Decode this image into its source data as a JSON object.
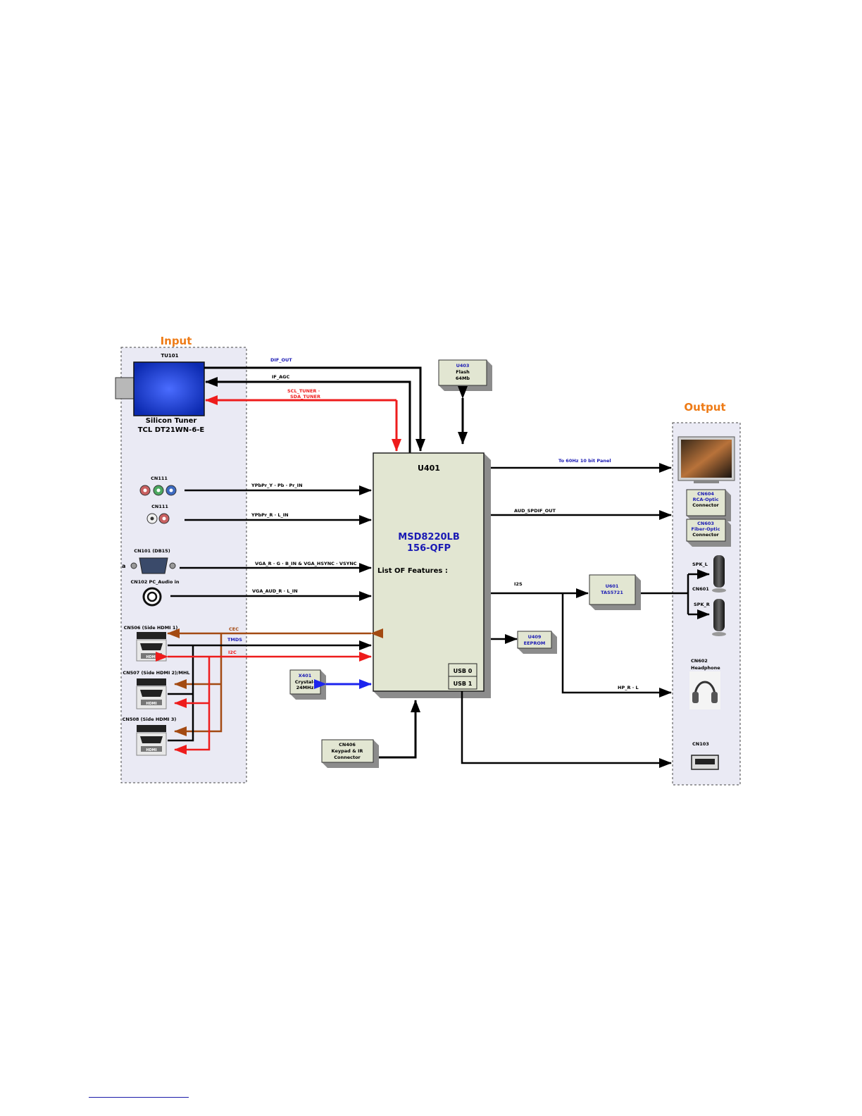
{
  "colors": {
    "panel_fill": "#eaeaf4",
    "chip_fill": "#e2e6d2",
    "chip_shadow": "#8c8c8c",
    "section_title": "#ee7b16",
    "blue_label": "#1a1ab4",
    "red_signal": "#ee1c1c",
    "brown_signal": "#a34a12",
    "blue_signal": "#1c24ee",
    "black_signal": "#000000"
  },
  "input_panel": {
    "title": "Input"
  },
  "output_panel": {
    "title": "Output"
  },
  "tuner": {
    "ref": "TU101",
    "name": "Silicon Tuner",
    "model": "TCL DT21WN-6-E"
  },
  "inputs": {
    "cn111_a": {
      "label": "CN111",
      "signal": "YPbPr_Y · Pb · Pr_IN"
    },
    "cn111_b": {
      "label": "CN111",
      "signal": "YPbPr_R · L_IN"
    },
    "cn101": {
      "label": "CN101 (DB15)",
      "prefix": "a",
      "signal": "VGA_R · G · B_IN & VGA_HSYNC · VSYNC"
    },
    "cn102": {
      "label": "CN102  PC_Audio in",
      "signal": "VGA_AUD_R · L_IN"
    },
    "cn506": {
      "label": "CN506 (Side HDMI 1)",
      "logo": "HDMI"
    },
    "cn507": {
      "label": "CN507 (Side HDMI 2)/MHL",
      "logo": "HDMI"
    },
    "cn508": {
      "label": "CN508 (Side HDMI 3)",
      "logo": "HDMI"
    }
  },
  "hdmi_signals": {
    "cec": "CEC",
    "tmds": "TMDS",
    "i2c": "I2C"
  },
  "tuner_signals": {
    "dif_out": "DIF_OUT",
    "if_agc": "IF_AGC",
    "scl": "SCL_TUNER ·",
    "sda": "SDA_TUNER"
  },
  "main_chip": {
    "ref": "U401",
    "name": "MSD8220LB",
    "package": "156-QFP",
    "features_label": "List OF Features :",
    "usb0": "USB 0",
    "usb1": "USB 1"
  },
  "flash": {
    "ref": "U403",
    "desc": "Flash",
    "size": "64Mb"
  },
  "crystal": {
    "ref": "X401",
    "desc": "Crystal-",
    "freq": "24MHz"
  },
  "keypad": {
    "ref": "CN406",
    "desc": "Keypad & IR",
    "desc2": "Connector"
  },
  "eeprom": {
    "ref": "U409",
    "desc": "EEPROM"
  },
  "amp": {
    "ref": "U601",
    "desc": "TAS5721"
  },
  "output_signals": {
    "panel": "To 60Hz 10 bit Panel",
    "spdif": "AUD_SPDIF_OUT",
    "i2s": "I2S",
    "hp": "HP_R · L"
  },
  "outputs": {
    "cn604": {
      "ref": "CN604",
      "desc": "RCA-Optic",
      "desc2": "Connector"
    },
    "cn603": {
      "ref": "CN603",
      "desc": "Fiber-Optic",
      "desc2": "Connector"
    },
    "spk_l": "SPK_L",
    "cn601": "CN601",
    "spk_r": "SPK_R",
    "cn602": {
      "ref": "CN602",
      "desc": "Headphone"
    },
    "cn103": "CN103"
  }
}
